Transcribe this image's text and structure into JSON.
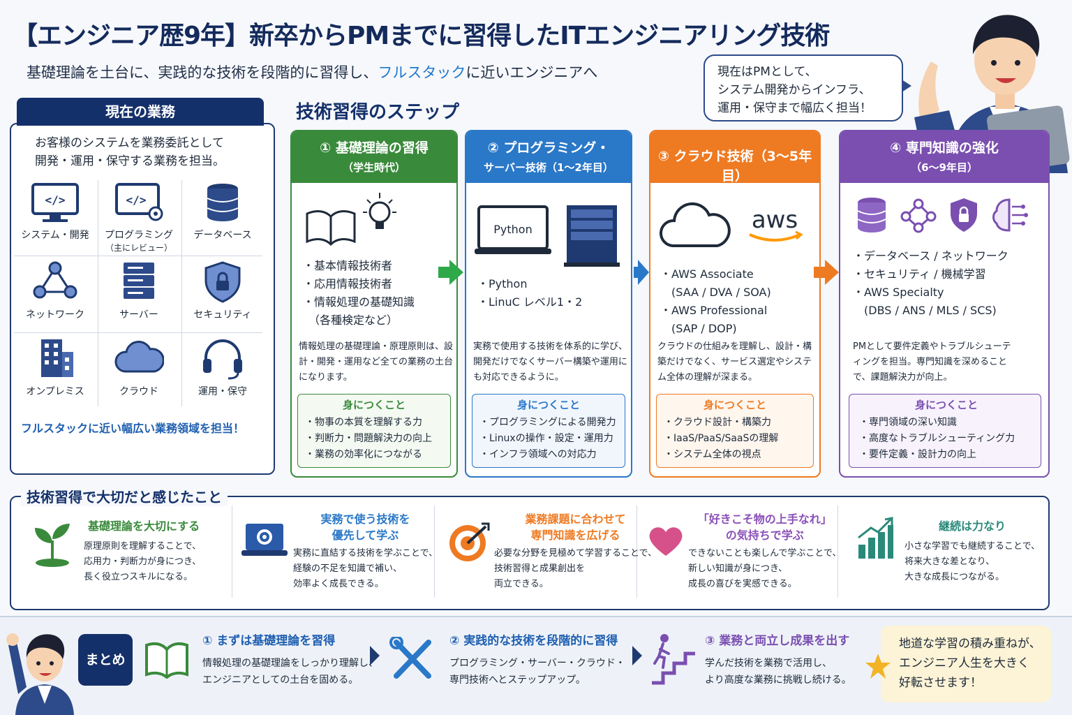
{
  "header": {
    "title": "【エンジニア歴9年】新卒からPMまでに習得したITエンジニアリング技術",
    "subtitle_pre": "基礎理論を土台に、実践的な技術を段階的に習得し、",
    "subtitle_highlight": "フルスタック",
    "subtitle_post": "に近いエンジニアへ",
    "speech": [
      "現在はPMとして、",
      "システム開発からインフラ、",
      "運用・保守まで幅広く担当！"
    ]
  },
  "current_work": {
    "heading": "現在の業務",
    "desc": [
      "お客様のシステムを業務委託として",
      "開発・運用・保守する業務を担当。"
    ],
    "cells": [
      {
        "label": "システム・開発",
        "sub": "",
        "icon": "monitor-code-icon"
      },
      {
        "label": "プログラミング",
        "sub": "（主にレビュー）",
        "icon": "code-gear-icon"
      },
      {
        "label": "データベース",
        "sub": "",
        "icon": "database-icon"
      },
      {
        "label": "ネットワーク",
        "sub": "",
        "icon": "network-icon"
      },
      {
        "label": "サーバー",
        "sub": "",
        "icon": "server-icon"
      },
      {
        "label": "セキュリティ",
        "sub": "",
        "icon": "shield-lock-icon"
      },
      {
        "label": "オンプレミス",
        "sub": "",
        "icon": "building-icon"
      },
      {
        "label": "クラウド",
        "sub": "",
        "icon": "cloud-icon"
      },
      {
        "label": "運用・保守",
        "sub": "",
        "icon": "headset-icon"
      }
    ],
    "footer": "フルスタックに近い幅広い業務領域を担当！"
  },
  "steps_title": "技術習得のステップ",
  "steps": [
    {
      "title": "① 基礎理論の習得",
      "period": "（学生時代）",
      "color": "#3a8a3c",
      "items": [
        "・基本情報技術者",
        "・応用情報技術者",
        "・情報処理の基礎知識",
        "　（各種検定など）"
      ],
      "desc": "情報処理の基礎理論・原理原則は、設計・開発・運用など全ての業務の土台になります。",
      "learn_title": "身につくこと",
      "learn": [
        "・物事の本質を理解する力",
        "・判断力・問題解決力の向上",
        "・業務の効率化につながる"
      ]
    },
    {
      "title": "② プログラミング・",
      "period": "サーバー技術（1〜2年目）",
      "color": "#2a78c8",
      "items": [
        "・Python",
        "・LinuC レベル1・2"
      ],
      "icon_text": "Python",
      "desc": "実務で使用する技術を体系的に学び、開発だけでなくサーバー構築や運用にも対応できるように。",
      "learn_title": "身につくこと",
      "learn": [
        "・プログラミングによる開発力",
        "・Linuxの操作・設定・運用力",
        "・インフラ領域への対応力"
      ]
    },
    {
      "title": "③ クラウド技術（3〜5年目）",
      "period": "",
      "color": "#ee7a22",
      "items": [
        "・AWS Associate",
        "　(SAA / DVA / SOA)",
        "・AWS Professional",
        "　(SAP / DOP)"
      ],
      "icon_text": "aws",
      "desc": "クラウドの仕組みを理解し、設計・構築だけでなく、サービス選定やシステム全体の理解が深まる。",
      "learn_title": "身につくこと",
      "learn": [
        "・クラウド設計・構築力",
        "・IaaS/PaaS/SaaSの理解",
        "・システム全体の視点"
      ]
    },
    {
      "title": "④ 専門知識の強化",
      "period": "（6〜9年目）",
      "color": "#7a4fb0",
      "items": [
        "・データベース / ネットワーク",
        "・セキュリティ / 機械学習",
        "・AWS Specialty",
        "　(DBS / ANS / MLS / SCS)"
      ],
      "desc": "PMとして要件定義やトラブルシューティングを担当。専門知識を深めることで、課題解決力が向上。",
      "learn_title": "身につくこと",
      "learn": [
        "・専門領域の深い知識",
        "・高度なトラブルシューティング力",
        "・要件定義・設計力の向上"
      ]
    }
  ],
  "important": {
    "heading": "技術習得で大切だと感じたこと",
    "points": [
      {
        "title": "基礎理論を大切にする",
        "color": "#3a8a3c",
        "text": [
          "原理原則を理解することで、",
          "応用力・判断力が身につき、",
          "長く役立つスキルになる。"
        ]
      },
      {
        "title": "実務で使う技術を",
        "title2": "優先して学ぶ",
        "color": "#2a78c8",
        "text": [
          "実務に直結する技術を学ぶことで、",
          "経験の不足を知識で補い、",
          "効率よく成長できる。"
        ]
      },
      {
        "title": "業務課題に合わせて",
        "title2": "専門知識を広げる",
        "color": "#ee7a22",
        "text": [
          "必要な分野を見極めて学習することで、",
          "技術習得と成果創出を",
          "両立できる。"
        ]
      },
      {
        "title": "「好きこそ物の上手なれ」",
        "title2": "の気持ちで学ぶ",
        "color": "#8a4fb8",
        "text": [
          "できないことも楽しんで学ぶことで、",
          "新しい知識が身につき、",
          "成長の喜びを実感できる。"
        ]
      },
      {
        "title": "継続は力なり",
        "color": "#2a8a7a",
        "text": [
          "小さな学習でも継続することで、",
          "将来大きな差となり、",
          "大きな成長につながる。"
        ]
      }
    ]
  },
  "summary": {
    "label": "まとめ",
    "steps": [
      {
        "title": "① まずは基礎理論を習得",
        "text": [
          "情報処理の基礎理論をしっかり理解し、",
          "エンジニアとしての土台を固める。"
        ]
      },
      {
        "title": "② 実践的な技術を段階的に習得",
        "text": [
          "プログラミング・サーバー・クラウド・",
          "専門技術へとステップアップ。"
        ]
      },
      {
        "title": "③ 業務と両立し成果を出す",
        "text": [
          "学んだ技術を業務で活用し、",
          "より高度な業務に挑戦し続ける。"
        ]
      }
    ],
    "final": [
      "地道な学習の積み重ねが、",
      "エンジニア人生を大きく",
      "好転させます！"
    ]
  }
}
